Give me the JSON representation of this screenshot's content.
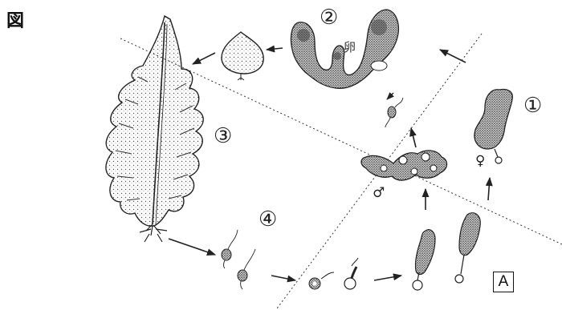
{
  "figure_label": "図",
  "stage_labels": {
    "one": "①",
    "two": "②",
    "three": "③",
    "four": "④"
  },
  "egg_label": "卵",
  "female_symbol": "♀",
  "male_symbol": "♂",
  "box_label": "A"
}
